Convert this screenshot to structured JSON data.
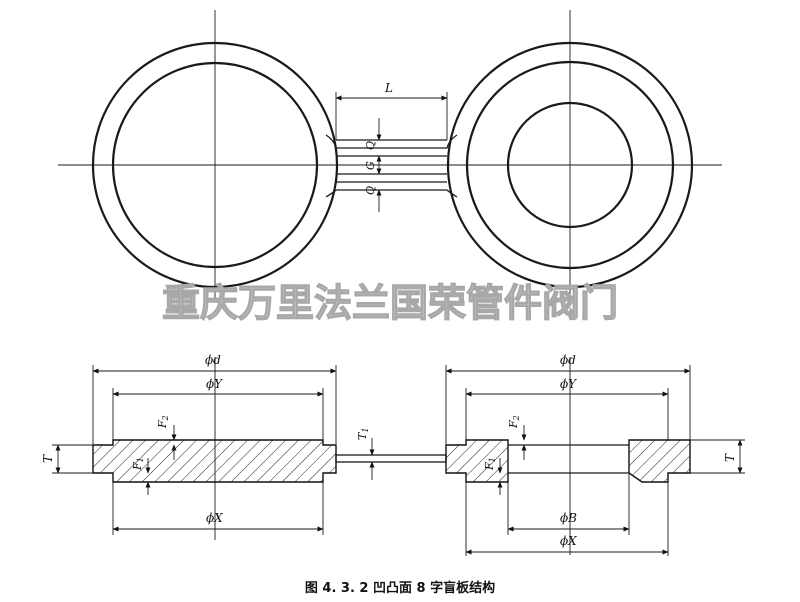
{
  "watermark": "重庆万里法兰国荣管件阀门",
  "caption": "图 4. 3. 2   凹凸面 8 字盲板结构",
  "top_view": {
    "dim_L": "L",
    "dim_Q_top": "Q",
    "dim_G": "G",
    "dim_Q_bottom": "Q"
  },
  "left_section": {
    "dim_d": "ϕd",
    "dim_Y": "ϕY",
    "dim_X": "ϕX",
    "dim_T": "T",
    "dim_F1": "F",
    "dim_F1_sub": "1",
    "dim_F2": "F",
    "dim_F2_sub": "2"
  },
  "middle": {
    "dim_T1": "T",
    "dim_T1_sub": "1"
  },
  "right_section": {
    "dim_d": "ϕd",
    "dim_Y": "ϕY",
    "dim_B": "ϕB",
    "dim_X": "ϕX",
    "dim_T": "T",
    "dim_F1": "F",
    "dim_F1_sub": "1",
    "dim_F2": "F",
    "dim_F2_sub": "2"
  }
}
